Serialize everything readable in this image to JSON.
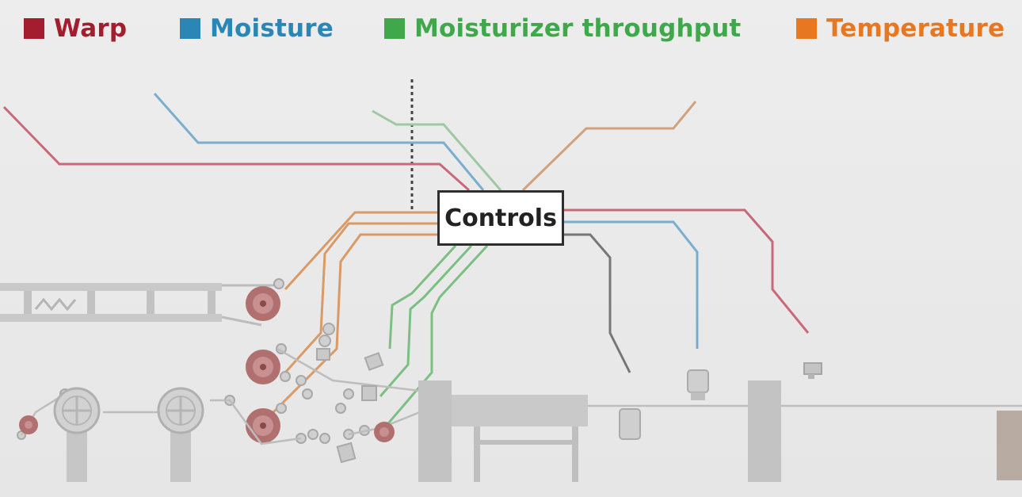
{
  "legend": {
    "items": [
      {
        "label": "Warp",
        "color": "#a31d2e"
      },
      {
        "label": "Moisture",
        "color": "#2a86b5"
      },
      {
        "label": "Moisturizer throughput",
        "color": "#3fa84a"
      },
      {
        "label": "Temperature",
        "color": "#e87722"
      }
    ]
  },
  "controls": {
    "label": "Controls"
  },
  "colors": {
    "warp": "#a31d2e",
    "moisture": "#2a86b5",
    "moisturizer": "#3fa84a",
    "temperature": "#e87722",
    "neutral": "#555555",
    "machine": "#bdbdbd",
    "roll": "#7a2a2a"
  }
}
